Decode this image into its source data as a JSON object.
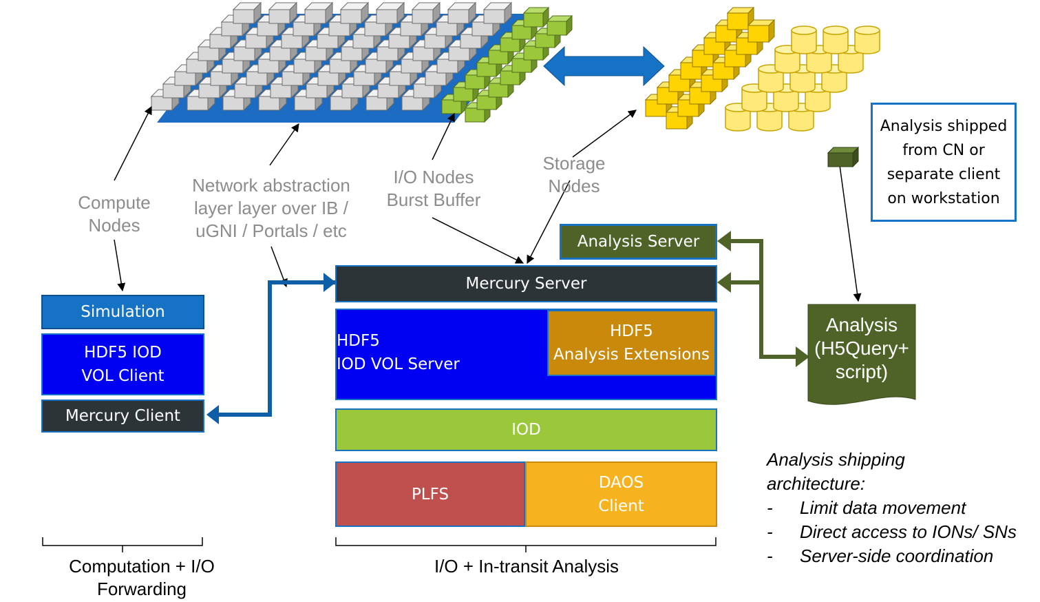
{
  "labels": {
    "compute_nodes": [
      "Compute",
      "Nodes"
    ],
    "network": [
      "Network abstraction",
      "layer layer over IB /",
      "uGNI / Portals / etc"
    ],
    "io_nodes": [
      "I/O Nodes",
      "Burst Buffer"
    ],
    "storage_nodes": [
      "Storage",
      "Nodes"
    ]
  },
  "client_stack": {
    "simulation": "Simulation",
    "vol_client": [
      "HDF5 IOD",
      "VOL Client"
    ],
    "mercury_client": "Mercury Client"
  },
  "server_stack": {
    "analysis_server": "Analysis Server",
    "mercury_server": "Mercury Server",
    "vol_server": [
      "HDF5",
      "IOD VOL Server"
    ],
    "analysis_extensions": [
      "HDF5",
      "Analysis Extensions"
    ],
    "iod": "IOD",
    "plfs": "PLFS",
    "daos_client": [
      "DAOS",
      "Client"
    ]
  },
  "analysis_doc": [
    "Analysis",
    "(H5Query+",
    "script)"
  ],
  "shipped_box": [
    "Analysis shipped",
    "from CN or",
    "separate client",
    "on workstation"
  ],
  "braces": {
    "left": [
      "Computation + I/O",
      "Forwarding"
    ],
    "middle": "I/O + In-transit Analysis"
  },
  "notes": {
    "title": [
      "Analysis shipping",
      "architecture:"
    ],
    "bullets": [
      "Limit data movement",
      "Direct access to IONs/ SNs",
      "Server-side coordination"
    ]
  },
  "colors": {
    "dark": "#2d3438",
    "blue": "#0000f2",
    "cyan": "#1572c4",
    "olive": "#4f6328",
    "lime": "#9bc83b",
    "tan": "#c98a0c",
    "red": "#c0504d",
    "orange": "#f6b21f"
  }
}
